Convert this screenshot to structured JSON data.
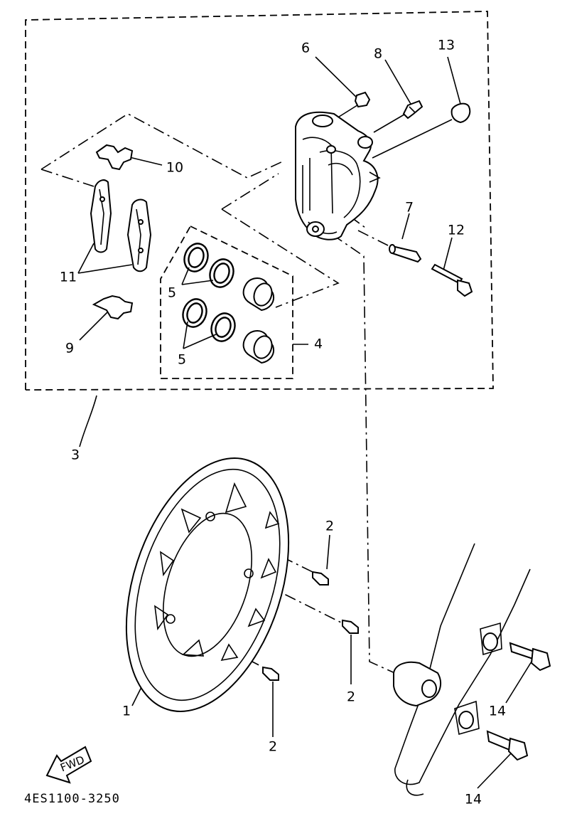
{
  "diagram": {
    "callouts": [
      {
        "id": "c1",
        "text": "1"
      },
      {
        "id": "c2a",
        "text": "2"
      },
      {
        "id": "c2b",
        "text": "2"
      },
      {
        "id": "c2c",
        "text": "2"
      },
      {
        "id": "c3",
        "text": "3"
      },
      {
        "id": "c4",
        "text": "4"
      },
      {
        "id": "c5a",
        "text": "5"
      },
      {
        "id": "c5b",
        "text": "5"
      },
      {
        "id": "c6",
        "text": "6"
      },
      {
        "id": "c7",
        "text": "7"
      },
      {
        "id": "c8",
        "text": "8"
      },
      {
        "id": "c9",
        "text": "9"
      },
      {
        "id": "c10",
        "text": "10"
      },
      {
        "id": "c11",
        "text": "11"
      },
      {
        "id": "c12",
        "text": "12"
      },
      {
        "id": "c13",
        "text": "13"
      },
      {
        "id": "c14a",
        "text": "14"
      },
      {
        "id": "c14b",
        "text": "14"
      }
    ],
    "direction_label": "FWD",
    "drawing_code": "4ES1100-3250"
  }
}
